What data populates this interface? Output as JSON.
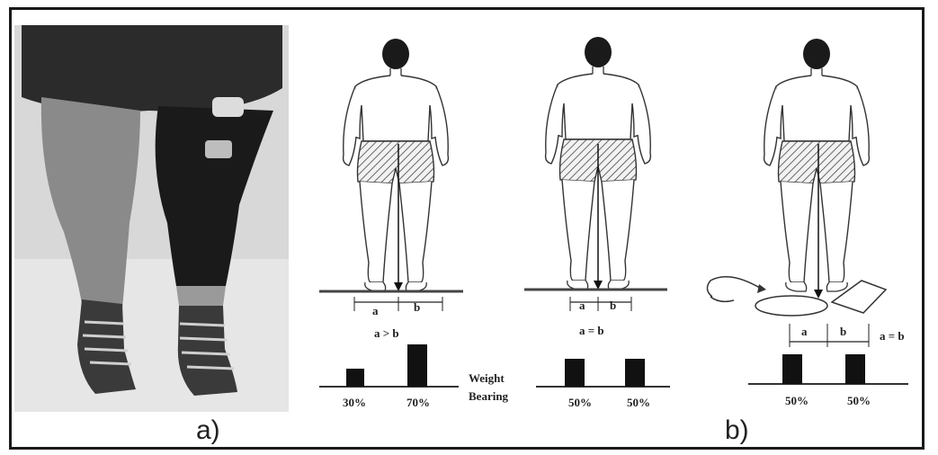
{
  "panel_a": {
    "caption": "a)"
  },
  "panel_b": {
    "caption": "b)",
    "weight_bearing_label": [
      "Weight",
      "Bearing"
    ],
    "figures": [
      {
        "relation": "a > b",
        "segment_a": "a",
        "segment_b": "b",
        "bars": [
          "30%",
          "70%"
        ],
        "bar_levels": [
          0.45,
          1.0
        ]
      },
      {
        "relation": "a = b",
        "segment_a": "a",
        "segment_b": "b",
        "bars": [
          "50%",
          "50%"
        ],
        "bar_levels": [
          0.6,
          0.6
        ]
      },
      {
        "relation": "a = b",
        "segment_a": "a",
        "segment_b": "b",
        "bars": [
          "50%",
          "50%"
        ],
        "bar_levels": [
          0.6,
          0.6
        ]
      }
    ]
  }
}
